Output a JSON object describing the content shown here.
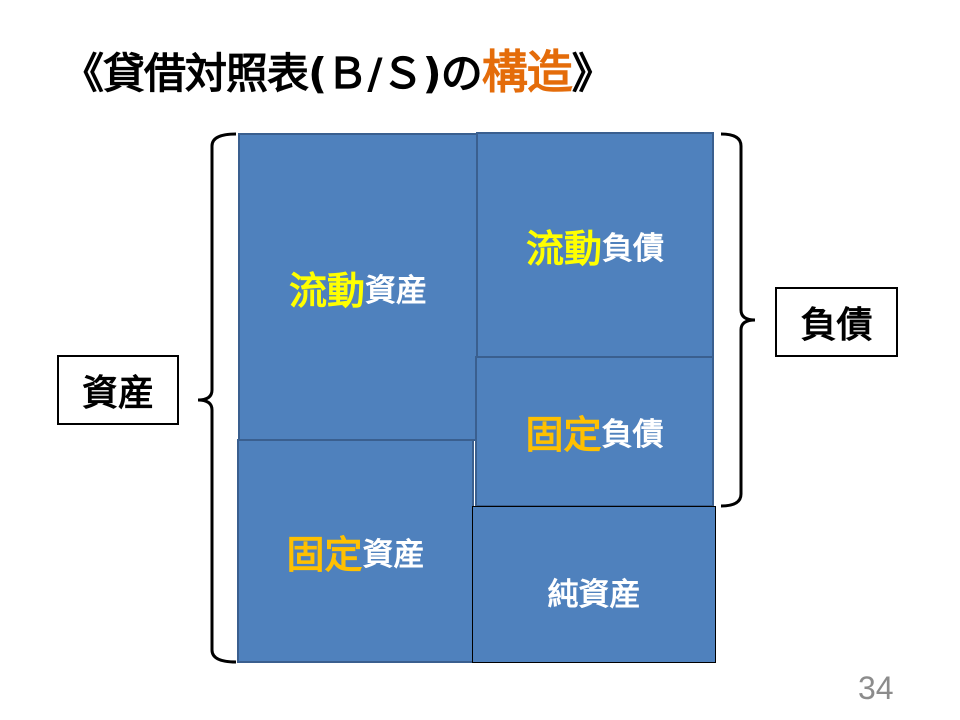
{
  "title": {
    "prefix": "《貸借対照表(Ｂ/Ｓ)の",
    "accent": "構造",
    "suffix": "》",
    "accent_color": "#e46c0a"
  },
  "assets": {
    "label": "資産",
    "current": {
      "highlight": "流動",
      "text": "資産"
    },
    "fixed": {
      "highlight": "固定",
      "text": "資産"
    }
  },
  "liabilities": {
    "label": "負債",
    "current": {
      "highlight": "流動",
      "text": "負債"
    },
    "fixed": {
      "highlight": "固定",
      "text": "負債"
    }
  },
  "net_assets": {
    "text": "純資産"
  },
  "colors": {
    "box": "#4f81bd",
    "current_highlight": "#ffff00",
    "fixed_highlight": "#ffc000"
  },
  "page_number": "34"
}
